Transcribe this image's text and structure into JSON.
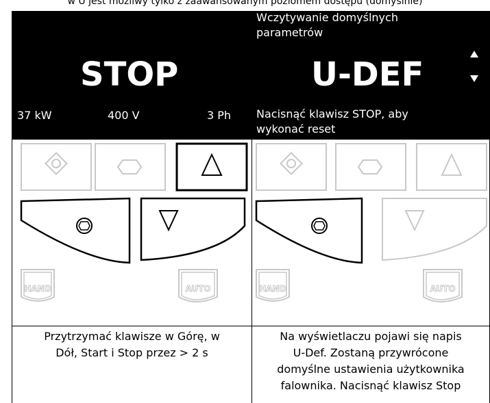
{
  "header": {
    "cut_text": "w U jest możliwy tylko z zaawansowanym poziomem dostępu (domyślnie)"
  },
  "left_display": {
    "status": "STOP",
    "power": "37 kW",
    "voltage": "400 V",
    "phase": "3 Ph"
  },
  "right_display": {
    "top_line1": "Wczytywanie domyślnych",
    "top_line2": "parametrów",
    "code": "U-DEF",
    "bottom_line1": "Nacisnąć klawisz STOP, aby",
    "bottom_line2": "wykonać reset"
  },
  "keypad": {
    "hand_label": "HAND",
    "auto_label": "AUTO"
  },
  "captions": {
    "left_line1": "Przytrzymać klawisze w Górę, w",
    "left_line2": "Dół, Start i Stop przez > 2 s",
    "right_line1": "Na wyświetlaczu pojawi się napis",
    "right_line2": "U-Def. Zostaną przywrócone",
    "right_line3": "domyślne ustawienia użytkownika",
    "right_line4": "falownika. Nacisnąć klawisz Stop"
  }
}
